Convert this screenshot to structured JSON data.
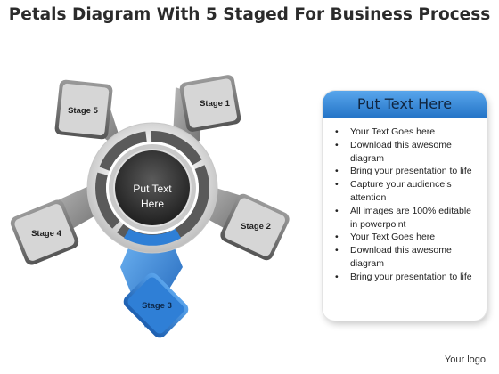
{
  "title": "Petals Diagram With 5 Staged For Business Process",
  "hub": {
    "line1": "Put Text",
    "line2": "Here"
  },
  "stages": [
    {
      "label": "Stage 1"
    },
    {
      "label": "Stage 2"
    },
    {
      "label": "Stage 3",
      "highlighted": true
    },
    {
      "label": "Stage 4"
    },
    {
      "label": "Stage 5"
    }
  ],
  "panel": {
    "header": "Put Text Here",
    "items": [
      "Your Text Goes here",
      "Download this awesome diagram",
      "Bring your presentation to life",
      "Capture your audience’s attention",
      "All images are 100% editable in powerpoint",
      "Your Text Goes here",
      "Download this awesome diagram",
      "Bring your presentation to life"
    ]
  },
  "footer": {
    "logo": "Your logo"
  },
  "colors": {
    "accent": "#2f7fd6",
    "petal": "#8a8a8a",
    "title": "#2b2b2b"
  }
}
